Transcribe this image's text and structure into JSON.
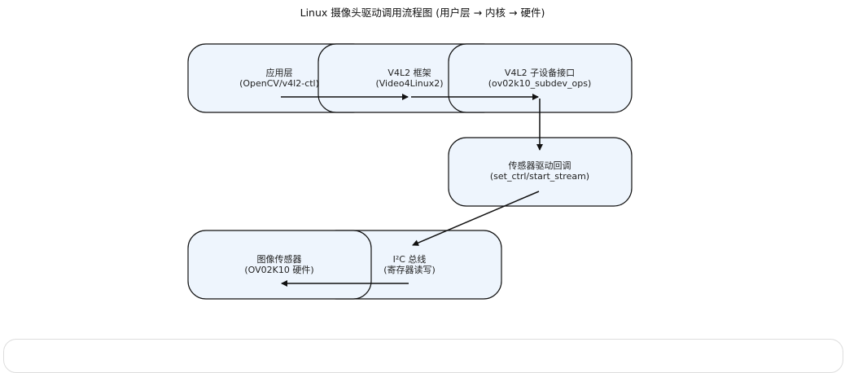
{
  "title": "Linux 摄像头驱动调用流程图 (用户层 → 内核 → 硬件)",
  "nodes": {
    "app": {
      "line1": "应用层",
      "line2": "(OpenCV/v4l2-ctl)"
    },
    "v4l2": {
      "line1": "V4L2 框架",
      "line2": "(Video4Linux2)"
    },
    "subdev": {
      "line1": "V4L2 子设备接口",
      "line2": "(ov02k10_subdev_ops)"
    },
    "driver": {
      "line1": "传感器驱动回调",
      "line2": "(set_ctrl/start_stream)"
    },
    "i2c": {
      "line1": "I²C 总线",
      "line2": "(寄存器读写)"
    },
    "hw": {
      "line1": "图像传感器",
      "line2": "(OV02K10 硬件)"
    }
  },
  "colors": {
    "node_fill": "#eef5fd",
    "stroke": "#111111"
  }
}
